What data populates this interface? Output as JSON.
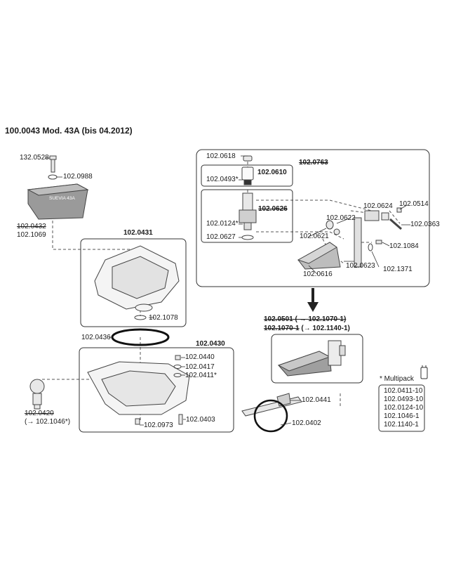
{
  "title": "100.0043 Mod. 43A (bis 04.2012)",
  "parts": {
    "p1320528": "132.0528",
    "p1020988": "102.0988",
    "p1020432": "102.0432",
    "p1021069": "102.1069",
    "p1020431": "102.0431",
    "p1021078": "102.1078",
    "p1020436": "102.0436",
    "p1020430": "102.0430",
    "p1020440": "102.0440",
    "p1020417": "102.0417",
    "p1020411": "102.0411*",
    "p1020420": "102.0420",
    "p1020420_repl": "(→ 102.1046*)",
    "p1020973": "102.0973",
    "p1020403": "102.0403",
    "p1020618": "102.0618",
    "p1020610": "102.0610",
    "p1020493": "102.0493*",
    "p1020626": "102.0626",
    "p1020124": "102.0124*",
    "p1020627": "102.0627",
    "p1020763": "102.0763",
    "p1020624": "102.0624",
    "p1020514": "102.0514",
    "p1020622": "102.0622",
    "p1020363": "102.0363",
    "p1020621": "102.0621",
    "p1021084": "102.1084",
    "p1020623": "102.0623",
    "p1021371": "102.1371",
    "p1020616": "102.0616",
    "repl1_a": "102.0501 ( → 102.1070-1)",
    "repl2_a": "102.1070-1",
    "repl2_b": "(→ 102.1140-1)",
    "p1020441": "102.0441",
    "p1020402": "102.0402"
  },
  "product_label": "SUEVIA 43A",
  "multipack": {
    "title": "* Multipack",
    "items": [
      "102.0411-10",
      "102.0493-10",
      "102.0124-10",
      "102.1046-1",
      "102.1140-1"
    ]
  }
}
